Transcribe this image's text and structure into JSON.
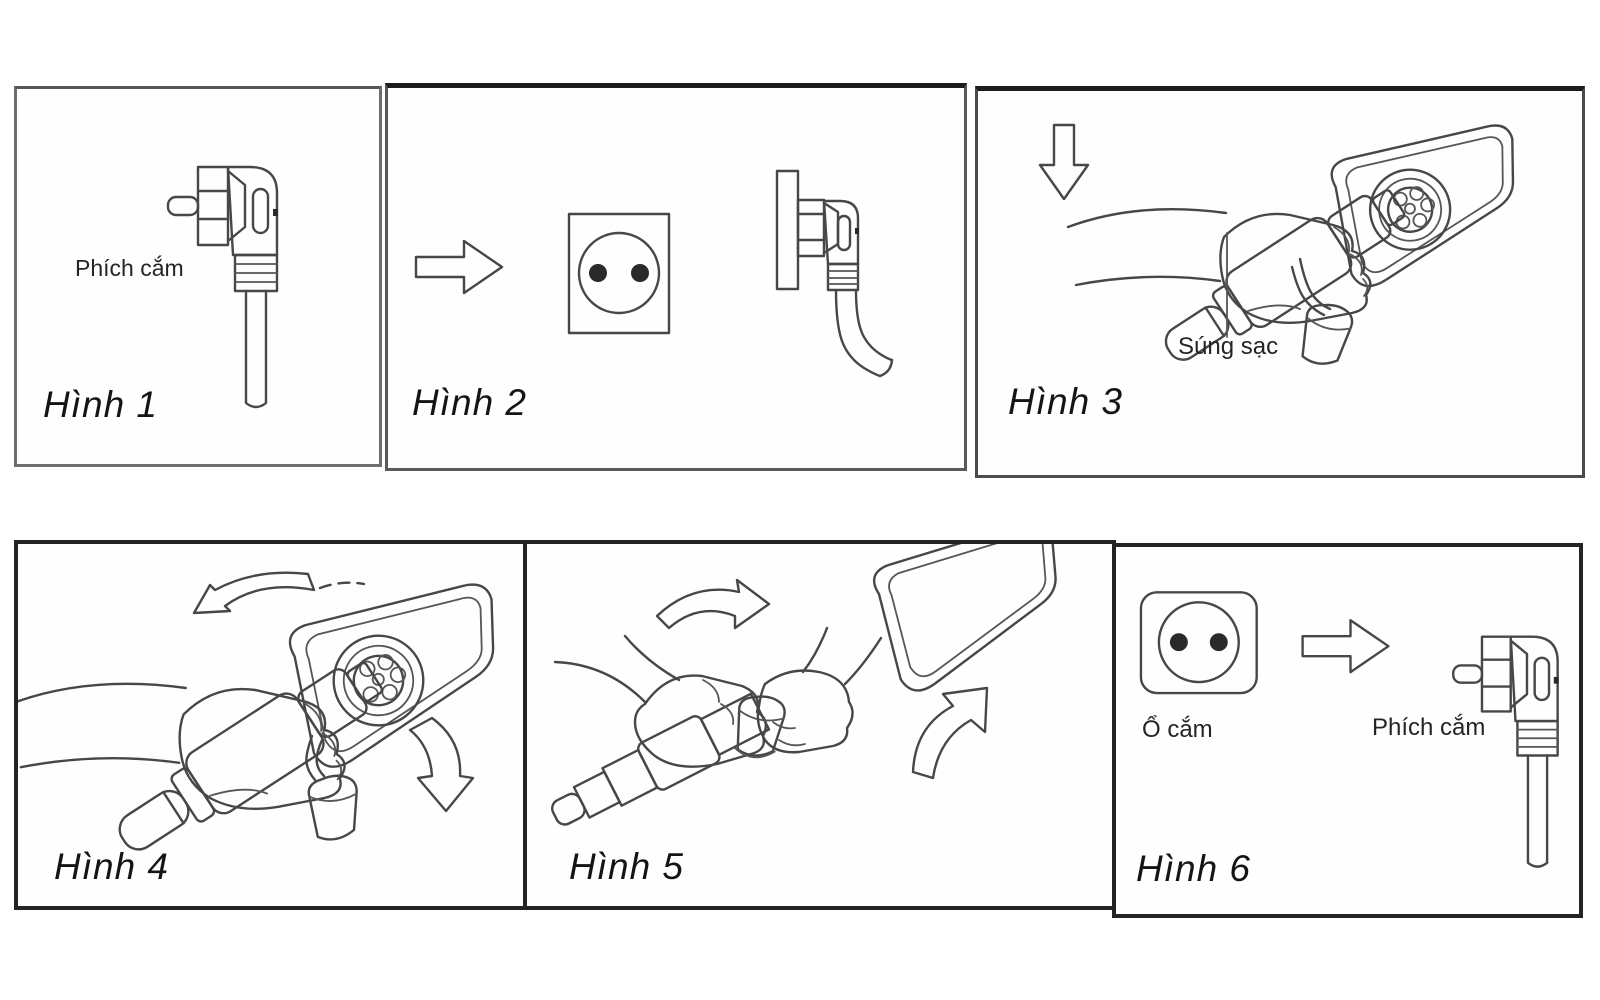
{
  "document": {
    "kind": "charging-instruction-figure-sheet",
    "language": "vi",
    "background": "#ffffff",
    "line_color": "#474747",
    "text_color": "#141414",
    "border_dark": "#242424",
    "border_gray": "#6e6e6e"
  },
  "icons": {
    "right_arrow": "right-arrow-icon",
    "down_arrow": "down-arrow-icon",
    "rotate_left_arrow": "curved-arrow-left-icon",
    "rotate_down_arrow": "curved-arrow-down-icon",
    "rotate_right_arrow": "curved-arrow-right-icon",
    "rotate_up_arrow": "curved-arrow-up-icon"
  },
  "panels": [
    {
      "caption": "Hình 1",
      "label_plug": "Phích cắm"
    },
    {
      "caption": "Hình 2"
    },
    {
      "caption": "Hình 3",
      "label_gun": "Súng sạc"
    },
    {
      "caption": "Hình 4"
    },
    {
      "caption": "Hình 5"
    },
    {
      "caption": "Hình 6",
      "label_socket": "Ổ cắm",
      "label_plug": "Phích cắm"
    }
  ]
}
